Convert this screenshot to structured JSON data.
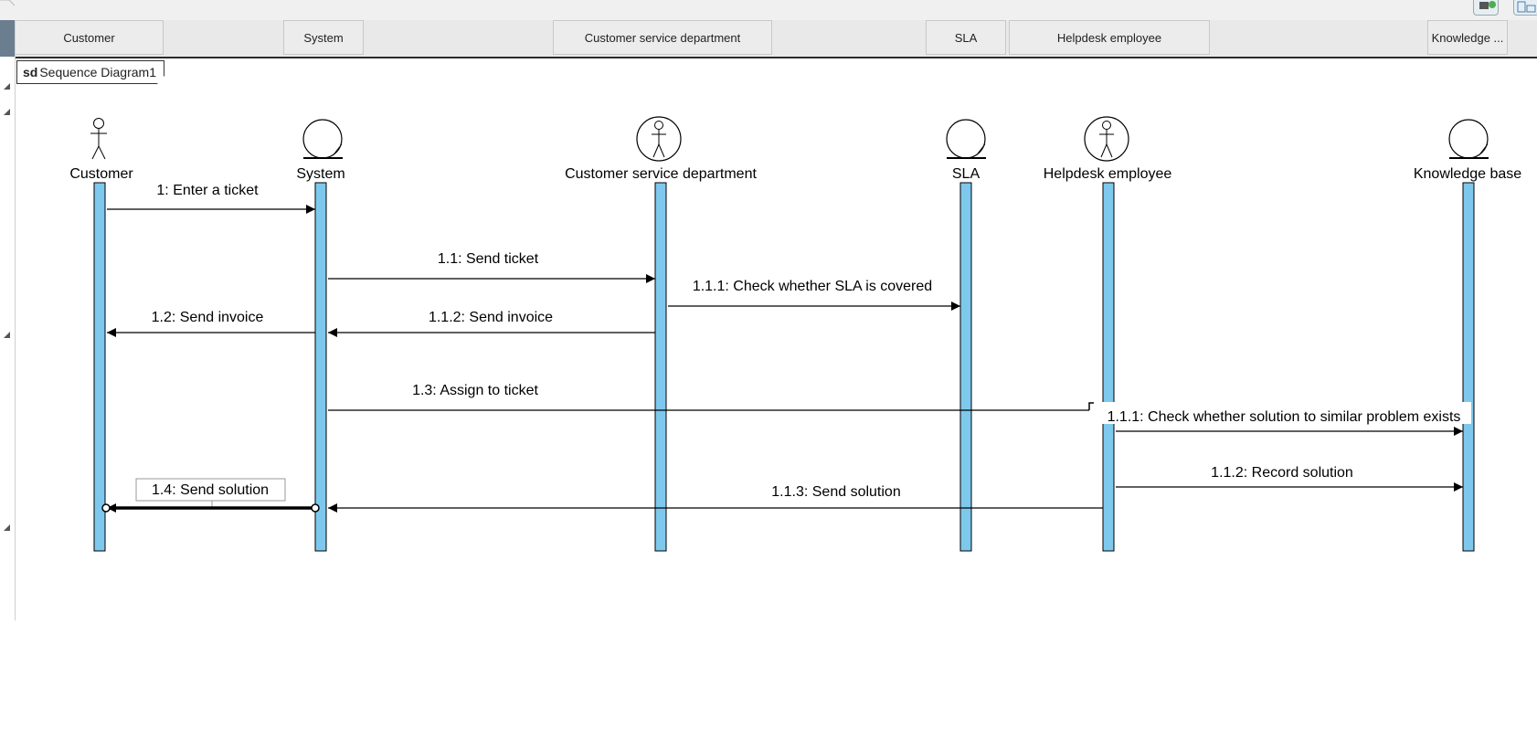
{
  "header": {
    "lanes": [
      "Customer",
      "System",
      "Customer service department",
      "SLA",
      "Helpdesk employee",
      "Knowledge ..."
    ]
  },
  "frame": {
    "keyword": "sd",
    "name": "Sequence Diagram1"
  },
  "lifelines": [
    {
      "name": "Customer",
      "kind": "actor"
    },
    {
      "name": "System",
      "kind": "entity"
    },
    {
      "name": "Customer service department",
      "kind": "actor-circle"
    },
    {
      "name": "SLA",
      "kind": "entity"
    },
    {
      "name": "Helpdesk employee",
      "kind": "actor-circle"
    },
    {
      "name": "Knowledge base",
      "kind": "entity"
    }
  ],
  "messages": [
    {
      "label": "1: Enter a ticket",
      "from": 0,
      "to": 1
    },
    {
      "label": "1.1: Send ticket",
      "from": 1,
      "to": 2
    },
    {
      "label": "1.1.1: Check whether SLA is covered",
      "from": 2,
      "to": 3
    },
    {
      "label": "1.1.2: Send invoice",
      "from": 2,
      "to": 1
    },
    {
      "label": "1.2: Send invoice",
      "from": 1,
      "to": 0
    },
    {
      "label": "1.3: Assign to ticket",
      "from": 1,
      "to": 4
    },
    {
      "label": "1.1.1: Check whether solution to similar problem exists",
      "from": 4,
      "to": 5
    },
    {
      "label": "1.1.2: Record solution",
      "from": 4,
      "to": 5
    },
    {
      "label": "1.1.3: Send solution",
      "from": 4,
      "to": 1
    },
    {
      "label": "1.4: Send solution",
      "from": 1,
      "to": 0,
      "selected": true
    }
  ],
  "colors": {
    "activation": "#7ec8ee",
    "header_bg": "#ececec",
    "line": "#000000"
  }
}
